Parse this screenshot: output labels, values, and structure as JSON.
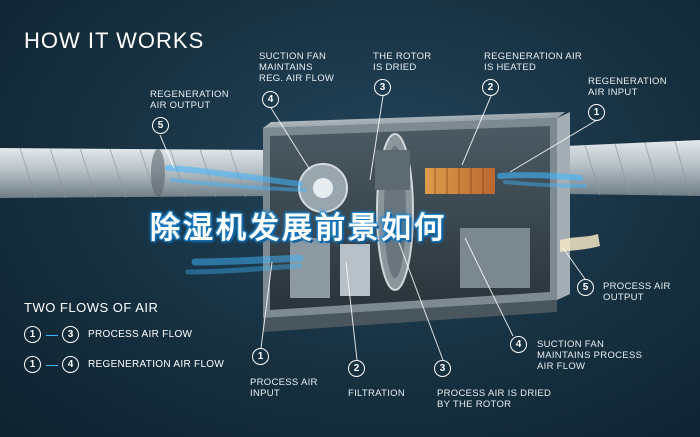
{
  "header": {
    "title": "HOW IT WORKS"
  },
  "overlay": {
    "text": "除湿机发展前景如何"
  },
  "callouts_top": [
    {
      "num": "5",
      "label": "REGENERATION\nAIR OUTPUT"
    },
    {
      "num": "4",
      "label": "SUCTION FAN\nMAINTAINS\nREG. AIR FLOW"
    },
    {
      "num": "3",
      "label": "THE ROTOR\nIS DRIED"
    },
    {
      "num": "2",
      "label": "REGENERATION AIR\nIS HEATED"
    },
    {
      "num": "1",
      "label": "REGENERATION\nAIR INPUT"
    }
  ],
  "callouts_bottom": [
    {
      "num": "1",
      "label": "PROCESS AIR\nINPUT"
    },
    {
      "num": "2",
      "label": "FILTRATION"
    },
    {
      "num": "3",
      "label": "PROCESS AIR IS DRIED\nBY THE ROTOR"
    },
    {
      "num": "4",
      "label": "SUCTION FAN\nMAINTAINS PROCESS\nAIR FLOW"
    },
    {
      "num": "5",
      "label": "PROCESS AIR\nOUTPUT"
    }
  ],
  "legend": {
    "title": "TWO FLOWS OF AIR",
    "rows": [
      {
        "from": "1",
        "to": "3",
        "label": "PROCESS AIR FLOW"
      },
      {
        "from": "1",
        "to": "4",
        "label": "REGENERATION AIR FLOW"
      }
    ]
  },
  "colors": {
    "background": "#16303f",
    "duct": "#b9c3c8",
    "unit_frame": "#9aa6ad",
    "airflow": "#3fb6ff",
    "overlay_glow": "#1d7fc4"
  }
}
